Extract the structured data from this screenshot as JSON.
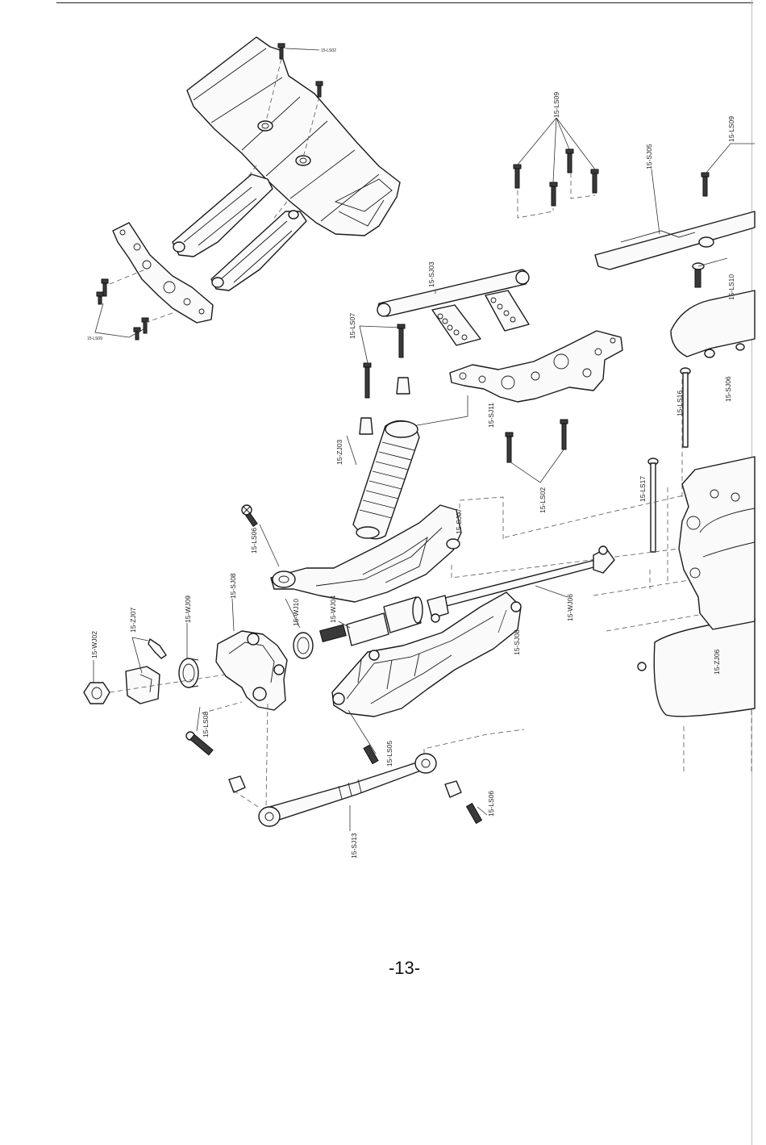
{
  "page": {
    "number": "-13-"
  },
  "labels": {
    "ls02_wing": "15-LS02",
    "ls09_wing": "15-LS09",
    "ls09_top": "15-LS09",
    "sj05": "15-SJ05",
    "ls09_right": "15-LS09",
    "ls10": "15-LS10",
    "sj03": "15-SJ03",
    "ls07": "15-LS07",
    "sj11": "15-SJ11",
    "ls16": "15-LS16",
    "sj06": "15-SJ06",
    "zj03": "15-ZJ03",
    "ls02": "15-LS02",
    "ls17": "15-LS17",
    "ls06_top": "15-LS06",
    "sj07": "15-SJ07",
    "sj08_upright": "15-SJ08",
    "wj09": "15-WJ09",
    "zj07": "15-ZJ07",
    "wj02": "15-WJ02",
    "wj10": "15-WJ10",
    "wj04": "15-WJ04",
    "wj06": "15-WJ06",
    "sj08_arm": "15-SJ08",
    "zj06": "15-ZJ06",
    "ls08": "15-LS08",
    "ls05": "15-LS05",
    "ls06_bottom": "15-LS06",
    "sj13": "15-SJ13"
  }
}
